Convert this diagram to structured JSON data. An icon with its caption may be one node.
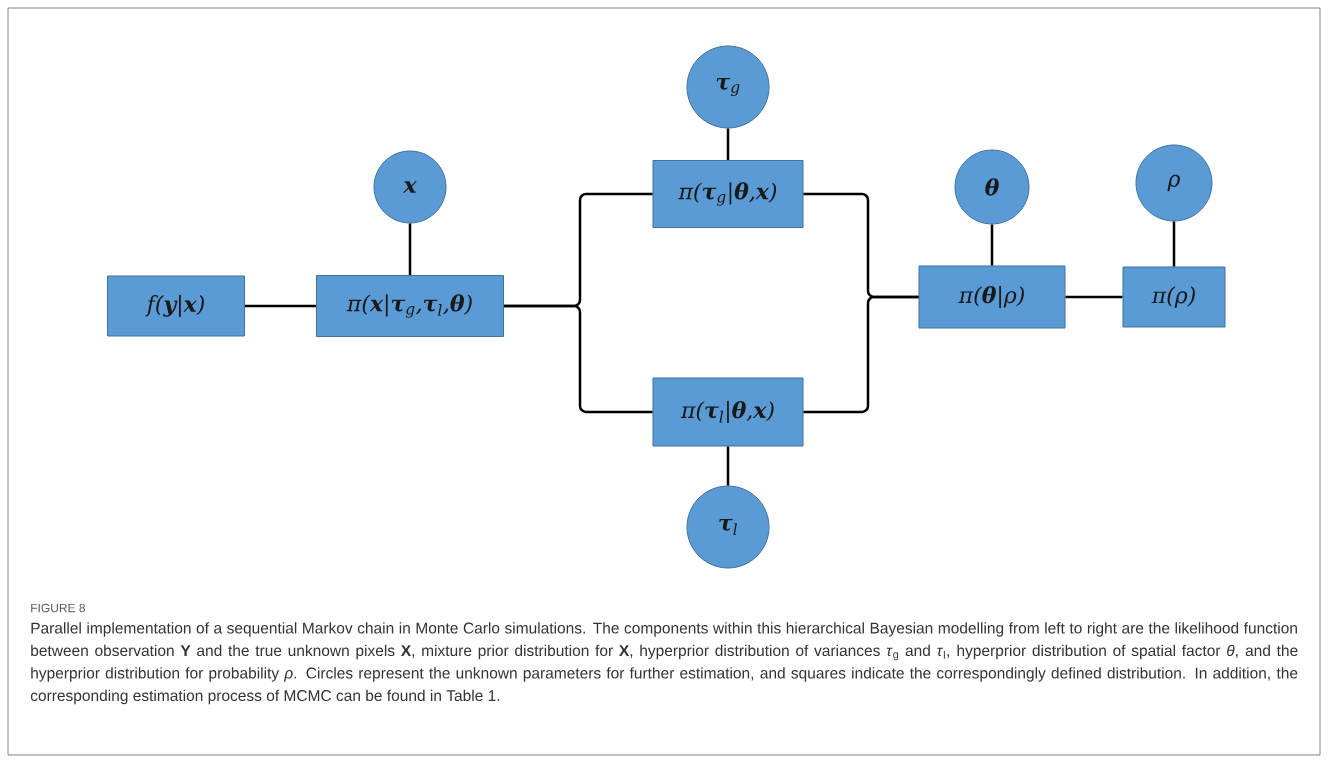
{
  "diagram": {
    "title": "FIGURE 8",
    "caption": "Parallel implementation of a sequential Markov chain in Monte Carlo simulations. The components within this hierarchical Bayesian modelling from left to right are the likelihood function between observation **Y** and the true unknown pixels **X**, mixture prior distribution for **X**, hyperprior distribution of variances *τ*$_{g}$ and *τ*$_{l}$, hyperprior distribution of spatial factor *θ*, and the hyperprior distribution for probability *ρ*. Circles represent the unknown parameters for further estimation, and squares indicate the correspondingly defined distribution. In addition, the corresponding estimation process of MCMC can be found in Table 1.",
    "nodes": [
      {
        "text": [
          "f(**y**|**x**)"
        ]
      },
      {
        "text": [
          "**x**"
        ]
      },
      {
        "text": [
          "π(**x**|**τ**$_{g}$,**τ**$_{l}$,**θ**)"
        ]
      },
      {
        "text": [
          "**τ**$_{g}$"
        ]
      },
      {
        "text": [
          "π(**τ**$_{g}$|**θ**,**x**)"
        ]
      },
      {
        "text": [
          "π(**τ**$_{l}$|**θ**,**x**)"
        ]
      },
      {
        "text": [
          "**τ**$_{l}$"
        ]
      },
      {
        "text": [
          "**θ**"
        ]
      },
      {
        "text": [
          "π(**θ**|ρ)"
        ]
      },
      {
        "text": [
          "ρ"
        ]
      },
      {
        "text": [
          "π(ρ)"
        ]
      }
    ],
    "edges": [
      {
        "from": 0,
        "to": 2,
        "arrow": "none"
      },
      {
        "from": 1,
        "to": 2,
        "arrow": "none"
      },
      {
        "from": 2,
        "to": 4,
        "arrow": "none"
      },
      {
        "from": 2,
        "to": 5,
        "arrow": "none"
      },
      {
        "from": 3,
        "to": 4,
        "arrow": "none"
      },
      {
        "from": 6,
        "to": 5,
        "arrow": "none"
      },
      {
        "from": 4,
        "to": 8,
        "arrow": "none"
      },
      {
        "from": 5,
        "to": 8,
        "arrow": "none"
      },
      {
        "from": 7,
        "to": 8,
        "arrow": "none"
      },
      {
        "from": 8,
        "to": 10,
        "arrow": "none"
      },
      {
        "from": 9,
        "to": 10,
        "arrow": "none"
      }
    ]
  }
}
